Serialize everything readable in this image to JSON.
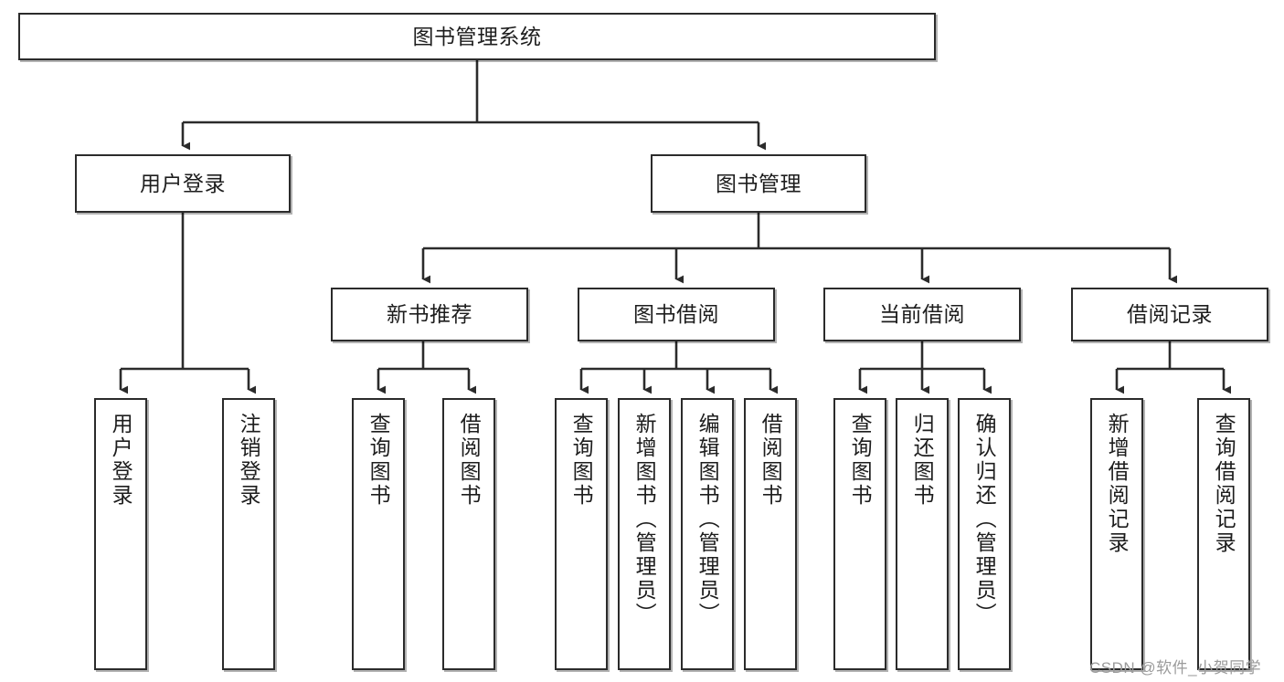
{
  "diagram": {
    "title": "图书管理系统",
    "type": "tree-hierarchy",
    "colors": {
      "box_border": "#2b2b2b",
      "box_fill": "#ffffff",
      "connector": "#2b2b2b",
      "text": "#1d1d1d",
      "watermark": "#9b9b9b"
    },
    "levels": {
      "root": {
        "label": "图书管理系统"
      },
      "level2": [
        {
          "label": "用户登录"
        },
        {
          "label": "图书管理"
        }
      ],
      "level3": [
        {
          "label": "新书推荐"
        },
        {
          "label": "图书借阅"
        },
        {
          "label": "当前借阅"
        },
        {
          "label": "借阅记录"
        }
      ],
      "leaves": {
        "user_login": [
          {
            "label": "用户登录"
          },
          {
            "label": "注销登录"
          }
        ],
        "new_book_recommend": [
          {
            "label": "查询图书"
          },
          {
            "label": "借阅图书"
          }
        ],
        "book_borrow": [
          {
            "label": "查询图书"
          },
          {
            "label": "新增图书（管理员）"
          },
          {
            "label": "编辑图书（管理员）"
          },
          {
            "label": "借阅图书"
          }
        ],
        "current_borrow": [
          {
            "label": "查询图书"
          },
          {
            "label": "归还图书"
          },
          {
            "label": "确认归还（管理员）"
          }
        ],
        "borrow_record": [
          {
            "label": "新增借阅记录"
          },
          {
            "label": "查询借阅记录"
          }
        ]
      }
    },
    "watermark": "CSDN @软件_小贺同学"
  }
}
